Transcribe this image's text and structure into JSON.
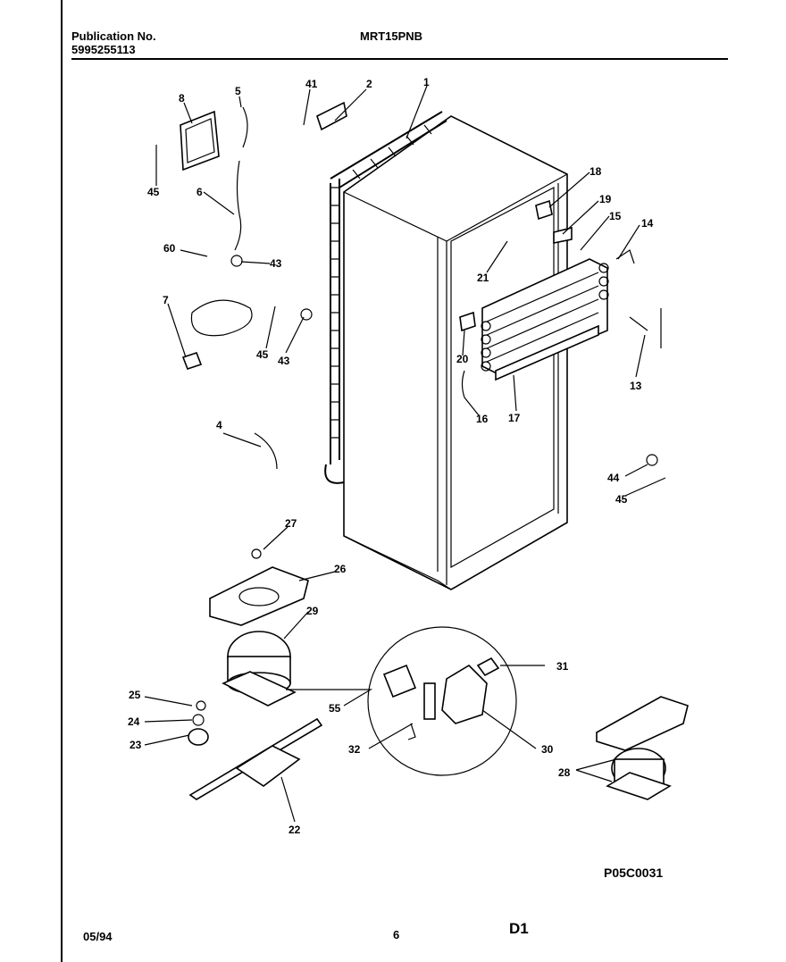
{
  "header": {
    "publication_label": "Publication No.",
    "publication_number": "5995255113",
    "model": "MRT15PNB"
  },
  "footer": {
    "date": "05/94",
    "page": "6",
    "section": "D1",
    "figure_code": "P05C0031"
  },
  "callouts": [
    "1",
    "2",
    "4",
    "5",
    "6",
    "7",
    "8",
    "13",
    "14",
    "15",
    "16",
    "17",
    "18",
    "19",
    "20",
    "21",
    "22",
    "23",
    "24",
    "25",
    "26",
    "27",
    "28",
    "29",
    "30",
    "31",
    "32",
    "41",
    "43",
    "43",
    "44",
    "45",
    "45",
    "45",
    "55",
    "60"
  ]
}
